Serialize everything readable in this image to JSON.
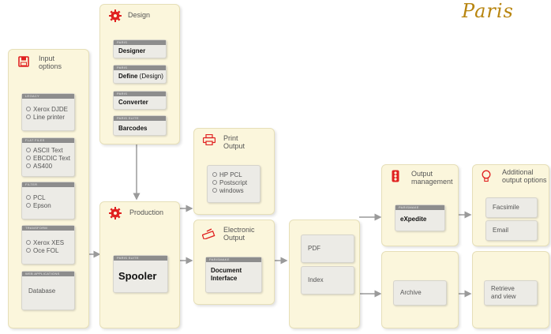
{
  "logo": {
    "text": "Paris"
  },
  "input": {
    "title": "Input\noptions",
    "groups": [
      {
        "header": "LEGACY",
        "items": [
          "Xerox DJDE",
          "Line printer"
        ]
      },
      {
        "header": "FLAT FILES",
        "items": [
          "ASCII Text",
          "EBCDIC Text",
          "AS400"
        ]
      },
      {
        "header": "FILTER",
        "items": [
          "PCL",
          "Epson"
        ]
      },
      {
        "header": "TRANSFORM",
        "items": [
          "Xerox XES",
          "Oce FOL"
        ]
      },
      {
        "header": "WEB APPLICATIONS",
        "items": [
          "Database"
        ]
      }
    ]
  },
  "design": {
    "title": "Design",
    "cards": [
      {
        "header": "PARIS",
        "title": "Designer",
        "suffix": ""
      },
      {
        "header": "PARIS",
        "title": "Define",
        "suffix": " (Design)"
      },
      {
        "header": "PARIS",
        "title": "Converter",
        "suffix": ""
      },
      {
        "header": "PARIS SUITE",
        "title": "Barcodes",
        "suffix": ""
      }
    ]
  },
  "production": {
    "title": "Production",
    "card": {
      "header": "PARIS SUITE",
      "title": "Spooler"
    }
  },
  "print_output": {
    "title": "Print\nOutput",
    "items": [
      "HP PCL",
      "Postscript",
      "windows"
    ]
  },
  "electronic_output": {
    "title": "Electronic\nOutput",
    "card": {
      "header": "PARISMAKE",
      "title": "Document\nInterface"
    }
  },
  "formats": {
    "items": [
      "PDF",
      "Index"
    ]
  },
  "output_management": {
    "title": "Output\nmanagement",
    "card": {
      "header": "PARISMAKE",
      "title": "eXpedite"
    }
  },
  "additional": {
    "title": "Additional\noutput options",
    "items": [
      "Facsimile",
      "Email"
    ]
  },
  "archive": {
    "label": "Archive"
  },
  "retrieve": {
    "label": "Retrieve\nand view"
  },
  "colors": {
    "panel": "#fbf6dc",
    "accent_red": "#e02020",
    "card_header": "#8d8d8d",
    "logo": "#b8850f"
  }
}
